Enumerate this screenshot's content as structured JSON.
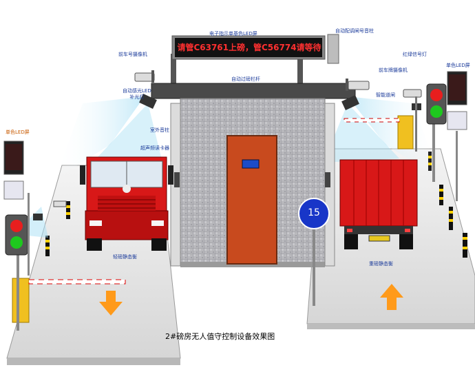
{
  "led_screen_message": "请管C63761上磅，管C56774请等待",
  "speed_sign": "15",
  "caption": "2#磅房无人值守控制设备效果图",
  "labels": {
    "led_display_top": "电子指示单基色LED屏",
    "auto_bar_gate_top": "自动配调闸号音柱",
    "plate_camera_left": "前车号摄像机",
    "auto_fill_light": "自动感光LED\n补光灯",
    "auto_barrier_center": "自动过磅栏杆",
    "traffic_light_right": "红绿信号灯",
    "front_plate_camera_right": "前车牌摄像机",
    "mono_led_right": "单色LED屏",
    "mono_led_left": "单色LED屏",
    "smart_gate": "智能道闸",
    "outdoor_speaker": "室外音柱",
    "ultra_long_reader": "超声频读卡器",
    "weighbridge_left": "轻磅静态衡",
    "weighbridge_right": "重磅静态衡"
  },
  "colors": {
    "led_red": "#ff2a2a",
    "signal_red": "#e81e1e",
    "signal_green": "#1ec81e",
    "sign_blue": "#1836c8",
    "arrow_orange": "#ff9a1a",
    "truck_red": "#d81818",
    "label_blue": "#1a3a9a"
  }
}
